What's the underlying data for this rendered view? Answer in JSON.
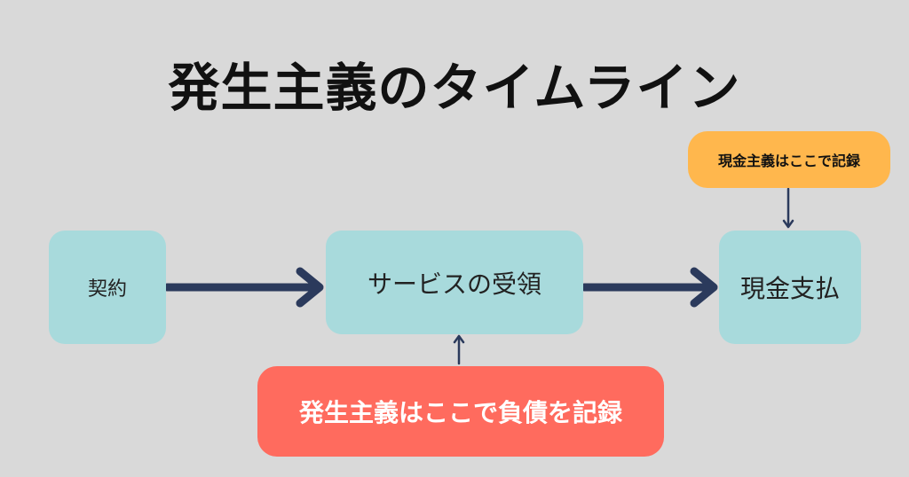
{
  "title": "発生主義のタイムライン",
  "steps": [
    {
      "label": "契約"
    },
    {
      "label": "サービスの受領"
    },
    {
      "label": "現金支払"
    }
  ],
  "notes": {
    "cash_basis": "現金主義はここで記録",
    "accrual_basis": "発生主義はここで負債を記録"
  },
  "colors": {
    "background": "#d9d9d9",
    "step_box": "#a8dadc",
    "arrow": "#2b3a5c",
    "cash_note": "#ffb74d",
    "accrual_note": "#ff6b5e"
  }
}
